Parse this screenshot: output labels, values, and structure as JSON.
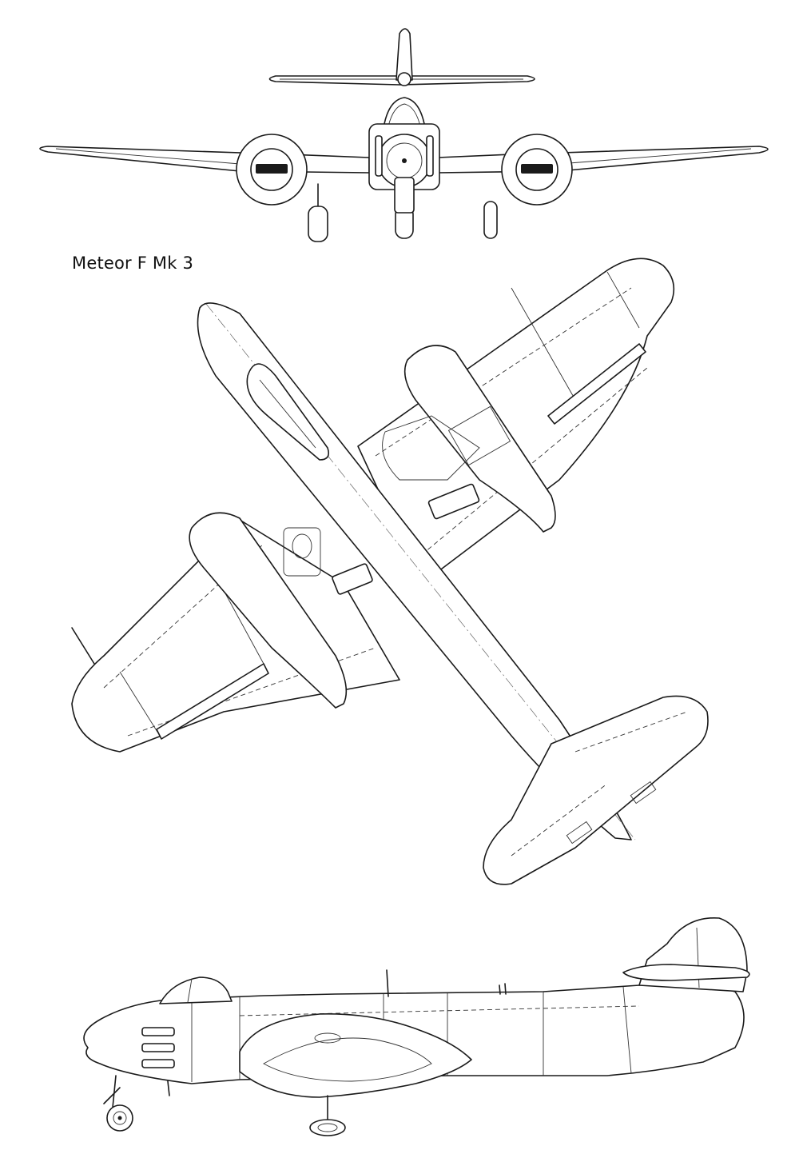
{
  "title": "Meteor F Mk 3",
  "views": [
    "front-view",
    "plan-view",
    "side-view"
  ],
  "line_color": "#1a1a1a",
  "background_color": "#ffffff"
}
